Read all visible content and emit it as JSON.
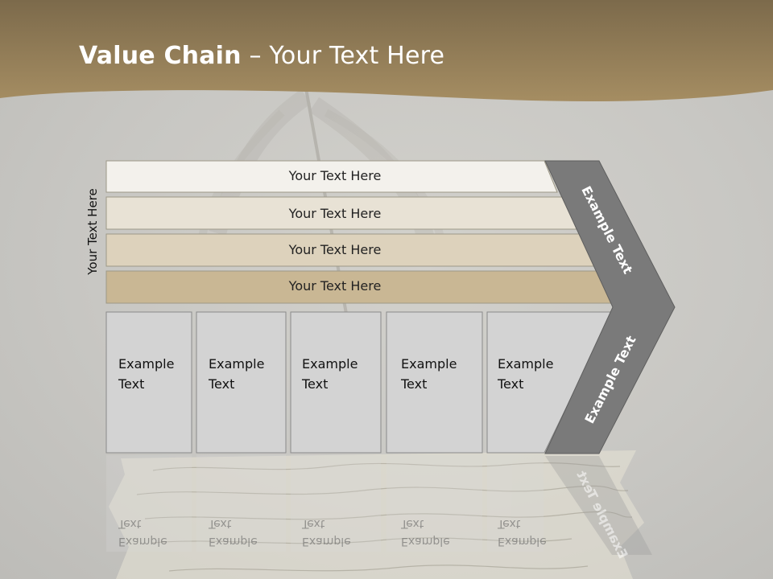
{
  "slide": {
    "title_bold": "Value Chain",
    "title_rest": " – Your Text Here",
    "side_label": "Your Text Here",
    "rows": [
      {
        "label": "Your Text Here",
        "fill": "#f3f1ec"
      },
      {
        "label": "Your Text Here",
        "fill": "#e8e2d5"
      },
      {
        "label": "Your Text Here",
        "fill": "#ddd2bc"
      },
      {
        "label": "Your Text Here",
        "fill": "#c9b794"
      }
    ],
    "boxes": [
      {
        "line1": "Example",
        "line2": "Text"
      },
      {
        "line1": "Example",
        "line2": "Text"
      },
      {
        "line1": "Example",
        "line2": "Text"
      },
      {
        "line1": "Example",
        "line2": "Text"
      },
      {
        "line1": "Example",
        "line2": "Text"
      }
    ],
    "chevron_top": "Example Text",
    "chevron_bottom": "Example Text"
  },
  "colors": {
    "header_brown": "#9c8660",
    "chevron_gray": "#7a7a7a",
    "box_gray": "#d2d2d2"
  }
}
